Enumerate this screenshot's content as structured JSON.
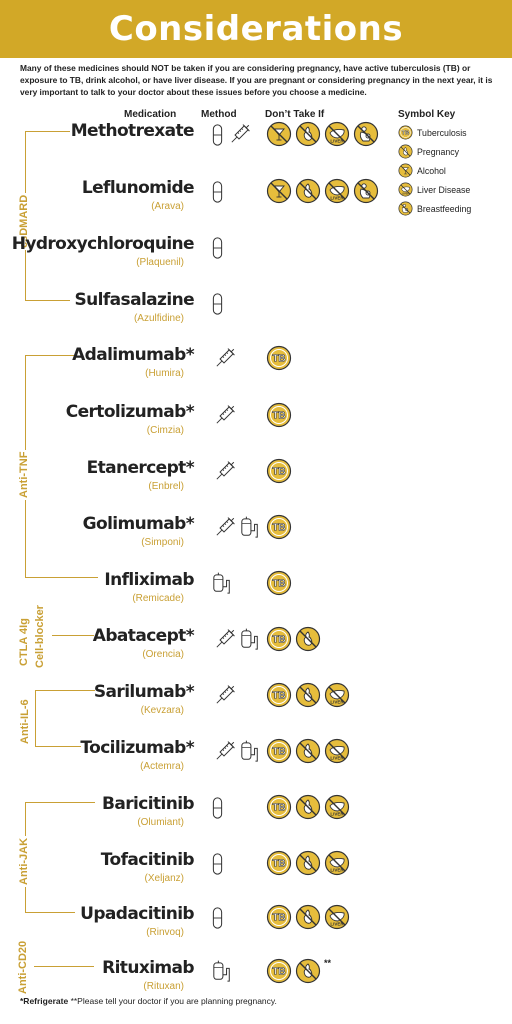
{
  "title": "Considerations",
  "intro": "Many of these medicines should NOT be taken if you are considering pregnancy, have active tuberculosis (TB) or exposure to TB, drink alcohol, or have liver disease. If you are pregnant or considering pregnancy in the next year, it is very important to talk to your doctor about these issues before you choose a medicine.",
  "columns": {
    "medication": "Medication",
    "method": "Method",
    "dont": "Don’t Take If"
  },
  "symbol_key": {
    "title": "Symbol Key",
    "items": [
      {
        "icon": "tb-icon",
        "label": "Tuberculosis"
      },
      {
        "icon": "pregnancy-icon",
        "label": "Pregnancy"
      },
      {
        "icon": "alcohol-icon",
        "label": "Alcohol"
      },
      {
        "icon": "liver-icon",
        "label": "Liver Disease"
      },
      {
        "icon": "breastfeeding-icon",
        "label": "Breastfeeding"
      }
    ]
  },
  "groups": [
    {
      "label": "csDMARD"
    },
    {
      "label": "Anti-TNF"
    },
    {
      "label": "CTLA 4Ig Cell-blocker",
      "line1": "CTLA 4Ig",
      "line2": "Cell-blocker"
    },
    {
      "label": "Anti-IL-6"
    },
    {
      "label": "Anti-JAK"
    },
    {
      "label": "Anti-CD20"
    }
  ],
  "medications": [
    {
      "name": "Methotrexate",
      "brand": "",
      "method": [
        "pill",
        "injection"
      ],
      "dont": [
        "alcohol",
        "pregnancy",
        "liver",
        "breastfeeding"
      ]
    },
    {
      "name": "Leflunomide",
      "brand": "(Arava)",
      "method": [
        "pill"
      ],
      "dont": [
        "alcohol",
        "pregnancy",
        "liver",
        "breastfeeding"
      ]
    },
    {
      "name": "Hydroxychloroquine",
      "brand": "(Plaquenil)",
      "method": [
        "pill"
      ],
      "dont": []
    },
    {
      "name": "Sulfasalazine",
      "brand": "(Azulfidine)",
      "method": [
        "pill"
      ],
      "dont": []
    },
    {
      "name": "Adalimumab*",
      "brand": "(Humira)",
      "method": [
        "injection"
      ],
      "dont": [
        "tb"
      ]
    },
    {
      "name": "Certolizumab*",
      "brand": "(Cimzia)",
      "method": [
        "injection"
      ],
      "dont": [
        "tb"
      ]
    },
    {
      "name": "Etanercept*",
      "brand": "(Enbrel)",
      "method": [
        "injection"
      ],
      "dont": [
        "tb"
      ]
    },
    {
      "name": "Golimumab*",
      "brand": "(Simponi)",
      "method": [
        "injection",
        "infusion"
      ],
      "dont": [
        "tb"
      ]
    },
    {
      "name": "Infliximab",
      "brand": "(Remicade)",
      "method": [
        "infusion"
      ],
      "dont": [
        "tb"
      ]
    },
    {
      "name": "Abatacept*",
      "brand": "(Orencia)",
      "method": [
        "injection",
        "infusion"
      ],
      "dont": [
        "tb",
        "pregnancy"
      ]
    },
    {
      "name": "Sarilumab*",
      "brand": "(Kevzara)",
      "method": [
        "injection"
      ],
      "dont": [
        "tb",
        "pregnancy",
        "liver"
      ]
    },
    {
      "name": "Tocilizumab*",
      "brand": "(Actemra)",
      "method": [
        "injection",
        "infusion"
      ],
      "dont": [
        "tb",
        "pregnancy",
        "liver"
      ]
    },
    {
      "name": "Baricitinib",
      "brand": "(Olumiant)",
      "method": [
        "pill"
      ],
      "dont": [
        "tb",
        "pregnancy",
        "liver"
      ]
    },
    {
      "name": "Tofacitinib",
      "brand": "(Xeljanz)",
      "method": [
        "pill"
      ],
      "dont": [
        "tb",
        "pregnancy",
        "liver"
      ]
    },
    {
      "name": "Upadacitinib",
      "brand": "(Rinvoq)",
      "method": [
        "pill"
      ],
      "dont": [
        "tb",
        "pregnancy",
        "liver"
      ]
    },
    {
      "name": "Rituximab",
      "brand": "(Rituxan)",
      "method": [
        "infusion"
      ],
      "dont": [
        "tb",
        "pregnancy"
      ],
      "note": "**"
    }
  ],
  "footer": {
    "refrigerate": "*Refrigerate",
    "note": "**Please tell your doctor if you are planning pregnancy."
  },
  "colors": {
    "header": "#d2a827",
    "accent": "#c9a035",
    "icon_fill": "#e6bd3c"
  }
}
